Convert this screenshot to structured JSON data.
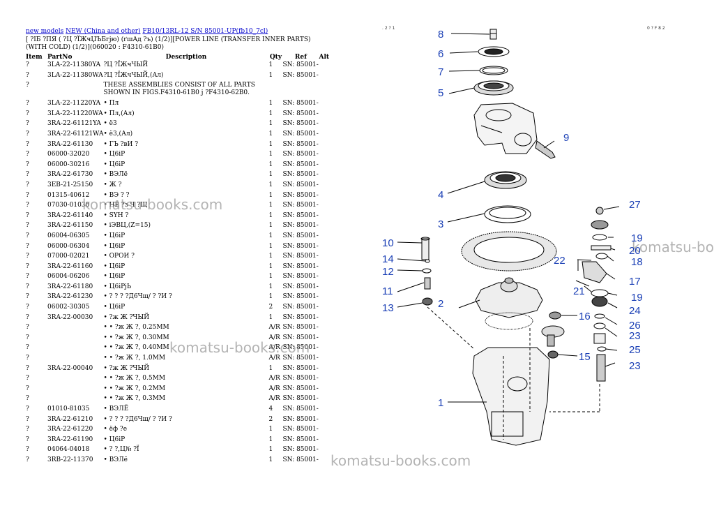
{
  "breadcrumb": {
    "link1": "new models",
    "link2": "NEW (China and other)",
    "link3": "FB10/13RL-12 S/N 85001-UP(fb10_7cl)"
  },
  "heading": "[ ?ІБ ?ПЯ ( ?Ц ?ЇЖчЏЪБгјю) (ґшАд ?ъ) (1/2)][POWER LINE (TRANSFER INNER PARTS) (WITH COLD) (1/2)](060020 : F4310-61B0)",
  "table": {
    "headers": {
      "item": "Item",
      "part": "PartNo",
      "desc": "Description",
      "qty": "Qty",
      "ref": "Ref",
      "alt": "Alt"
    },
    "rows": [
      {
        "item": "?",
        "part": "3LA-22-11380YA",
        "desc": "?Ц ?ЇЖчЧЫЙ",
        "qty": "1",
        "ref": "SN: 85001-"
      },
      {
        "item": "?",
        "part": "3LA-22-11380WA",
        "desc": "?Ц ?ЇЖчЧЫЙ,(Ал)",
        "qty": "1",
        "ref": "SN: 85001-"
      },
      {
        "item": "?",
        "part": "",
        "desc": "THESE ASSEMBLIES CONSIST OF ALL PARTS SHOWN IN FIGS.F4310-61B0 ј ?F4310-62B0.",
        "qty": "",
        "ref": "",
        "tall": true
      },
      {
        "item": "?",
        "part": "3LA-22-11220YA",
        "desc": "• Пл",
        "qty": "1",
        "ref": "SN: 85001-"
      },
      {
        "item": "?",
        "part": "3LA-22-11220WA",
        "desc": "• Пл,(Ал)",
        "qty": "1",
        "ref": "SN: 85001-"
      },
      {
        "item": "?",
        "part": "3RA-22-61121YA",
        "desc": "• ё3",
        "qty": "1",
        "ref": "SN: 85001-"
      },
      {
        "item": "?",
        "part": "3RA-22-61121WA",
        "desc": "• ё3,(Ал)",
        "qty": "1",
        "ref": "SN: 85001-"
      },
      {
        "item": "?",
        "part": "3RA-22-61130",
        "desc": "• ГЪ ?вИ ?",
        "qty": "1",
        "ref": "SN: 85001-"
      },
      {
        "item": "?",
        "part": "06000-32020",
        "desc": "• Ц6іР",
        "qty": "1",
        "ref": "SN: 85001-"
      },
      {
        "item": "?",
        "part": "06000-30216",
        "desc": "• Ц6іР",
        "qty": "1",
        "ref": "SN: 85001-"
      },
      {
        "item": "?",
        "part": "3RA-22-61730",
        "desc": "• ВЭЛё",
        "qty": "1",
        "ref": "SN: 85001-"
      },
      {
        "item": "?",
        "part": "3EB-21-25150",
        "desc": "• Ж ?",
        "qty": "1",
        "ref": "SN: 85001-"
      },
      {
        "item": "?",
        "part": "01315-40612",
        "desc": "• ВЭ ? ?",
        "qty": "1",
        "ref": "SN: 85001-"
      },
      {
        "item": "?",
        "part": "07030-01030",
        "desc": "• НЁ ?з Ч ?Щ",
        "qty": "1",
        "ref": "SN: 85001-"
      },
      {
        "item": "?",
        "part": "3RA-22-61140",
        "desc": "• SYH ?",
        "qty": "1",
        "ref": "SN: 85001-"
      },
      {
        "item": "?",
        "part": "3RA-22-61150",
        "desc": "• іЭВЦ,(Z=15)",
        "qty": "1",
        "ref": "SN: 85001-"
      },
      {
        "item": "?",
        "part": "06004-06305",
        "desc": "• Ц6іР",
        "qty": "1",
        "ref": "SN: 85001-"
      },
      {
        "item": "?",
        "part": "06000-06304",
        "desc": "• Ц6іР",
        "qty": "1",
        "ref": "SN: 85001-"
      },
      {
        "item": "?",
        "part": "07000-02021",
        "desc": "• ОРОИ ?",
        "qty": "1",
        "ref": "SN: 85001-"
      },
      {
        "item": "?",
        "part": "3RA-22-61160",
        "desc": "• Ц6іР",
        "qty": "1",
        "ref": "SN: 85001-"
      },
      {
        "item": "?",
        "part": "06004-06206",
        "desc": "• Ц6іР",
        "qty": "1",
        "ref": "SN: 85001-"
      },
      {
        "item": "?",
        "part": "3RA-22-61180",
        "desc": "• Ц6іРјЬ",
        "qty": "1",
        "ref": "SN: 85001-"
      },
      {
        "item": "?",
        "part": "3RA-22-61230",
        "desc": "• ? ? ? ?Д6Чщ/ ? ?И ?",
        "qty": "1",
        "ref": "SN: 85001-"
      },
      {
        "item": "?",
        "part": "06002-30305",
        "desc": "• Ц6іР",
        "qty": "2",
        "ref": "SN: 85001-"
      },
      {
        "item": "?",
        "part": "3RA-22-00030",
        "desc": "• ?ж Ж ?ЧЫЙ",
        "qty": "1",
        "ref": "SN: 85001-"
      },
      {
        "item": "?",
        "part": "",
        "desc": "• • ?ж Ж ?, 0.25MM",
        "qty": "A/R",
        "ref": "SN: 85001-"
      },
      {
        "item": "?",
        "part": "",
        "desc": "• • ?ж Ж ?, 0.30MM",
        "qty": "A/R",
        "ref": "SN: 85001-"
      },
      {
        "item": "?",
        "part": "",
        "desc": "• • ?ж Ж ?, 0.40MM",
        "qty": "A/R",
        "ref": "SN: 85001-"
      },
      {
        "item": "?",
        "part": "",
        "desc": "• • ?ж Ж ?, 1.0MM",
        "qty": "A/R",
        "ref": "SN: 85001-"
      },
      {
        "item": "?",
        "part": "3RA-22-00040",
        "desc": "• ?ж Ж ?ЧЫЙ",
        "qty": "1",
        "ref": "SN: 85001-"
      },
      {
        "item": "?",
        "part": "",
        "desc": "• • ?ж Ж ?, 0.5MM",
        "qty": "A/R",
        "ref": "SN: 85001-"
      },
      {
        "item": "?",
        "part": "",
        "desc": "• • ?ж Ж ?, 0.2MM",
        "qty": "A/R",
        "ref": "SN: 85001-"
      },
      {
        "item": "?",
        "part": "",
        "desc": "• • ?ж Ж ?, 0.3MM",
        "qty": "A/R",
        "ref": "SN: 85001-"
      },
      {
        "item": "?",
        "part": "01010-81035",
        "desc": "• ВЭЛЁ",
        "qty": "4",
        "ref": "SN: 85001-"
      },
      {
        "item": "?",
        "part": "3RA-22-61210",
        "desc": "• ? ? ? ?Д6Чщ/ ? ?И ?",
        "qty": "2",
        "ref": "SN: 85001-"
      },
      {
        "item": "?",
        "part": "3RA-22-61220",
        "desc": "• ёф ?е",
        "qty": "1",
        "ref": "SN: 85001-"
      },
      {
        "item": "?",
        "part": "3RA-22-61190",
        "desc": "• Ц6іР",
        "qty": "1",
        "ref": "SN: 85001-"
      },
      {
        "item": "?",
        "part": "04064-04018",
        "desc": "• ? ?,Ц№ ?Ї",
        "qty": "1",
        "ref": "SN: 85001-"
      },
      {
        "item": "?",
        "part": "3RB-22-11370",
        "desc": "• ВЭЛё",
        "qty": "1",
        "ref": "SN: 85001-"
      }
    ]
  },
  "watermark": "komatsu-books.com",
  "diagram": {
    "corner_left": ". 2 ? 1",
    "corner_right": "0 ? F 8 2",
    "callouts": [
      "8",
      "6",
      "7",
      "5",
      "9",
      "4",
      "3",
      "27",
      "19",
      "20",
      "18",
      "22",
      "17",
      "21",
      "19",
      "24",
      "26",
      "23",
      "25",
      "23",
      "10",
      "14",
      "12",
      "11",
      "13",
      "2",
      "16",
      "15",
      "1"
    ]
  },
  "colors": {
    "link": "#0000cc",
    "callout": "#1a3fb5",
    "watermark": "#9a9a9a"
  }
}
